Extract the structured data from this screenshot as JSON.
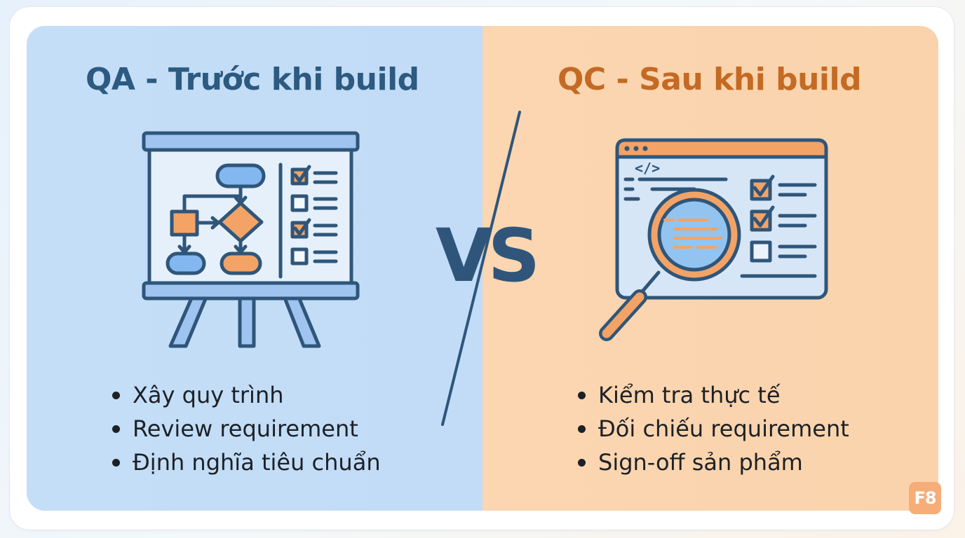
{
  "qa": {
    "title": "QA - Trước khi build",
    "bullets": [
      "Xây quy trình",
      "Review requirement",
      "Định nghĩa tiêu chuẩn"
    ]
  },
  "qc": {
    "title": "QC - Sau khi build",
    "bullets": [
      "Kiểm tra thực tế",
      "Đối chiếu requirement",
      "Sign-off sản phẩm"
    ]
  },
  "vs_label": "VS",
  "code_tag": "</>",
  "logo_text": "F8",
  "colors": {
    "qa_panel": "#c4def7",
    "qc_panel": "#fbd6b1",
    "qa_title": "#2c5a80",
    "qc_title": "#c46a24",
    "outline": "#2f567a",
    "accent_blue": "#83b7ef",
    "accent_orange": "#f3a366"
  },
  "icons": {
    "qa": "presentation-board-flowchart-checklist-icon",
    "qc": "browser-window-magnifier-checklist-icon"
  }
}
